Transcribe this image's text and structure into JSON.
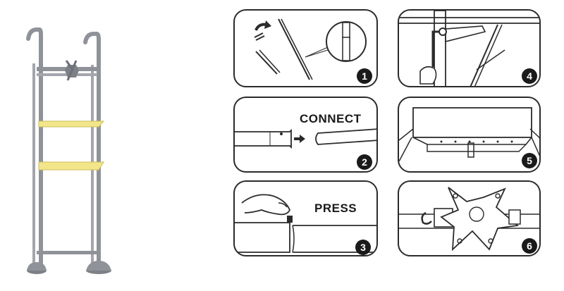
{
  "steps": [
    {
      "number": "1",
      "label": ""
    },
    {
      "number": "2",
      "label": "CONNECT"
    },
    {
      "number": "3",
      "label": "PRESS"
    },
    {
      "number": "4",
      "label": ""
    },
    {
      "number": "5",
      "label": ""
    },
    {
      "number": "6",
      "label": ""
    }
  ],
  "colors": {
    "frame": "#8f9298",
    "shelf": "#f3e58a",
    "line": "#2b2b2b",
    "badge": "#1a1a1a"
  },
  "icons": {
    "step1": "tube-assembly-icon",
    "step2": "tube-connect-icon",
    "step3": "press-button-icon",
    "step4": "hex-key-tighten-icon",
    "step5": "shelf-bracket-icon",
    "step6": "monitor-mount-plate-icon"
  }
}
